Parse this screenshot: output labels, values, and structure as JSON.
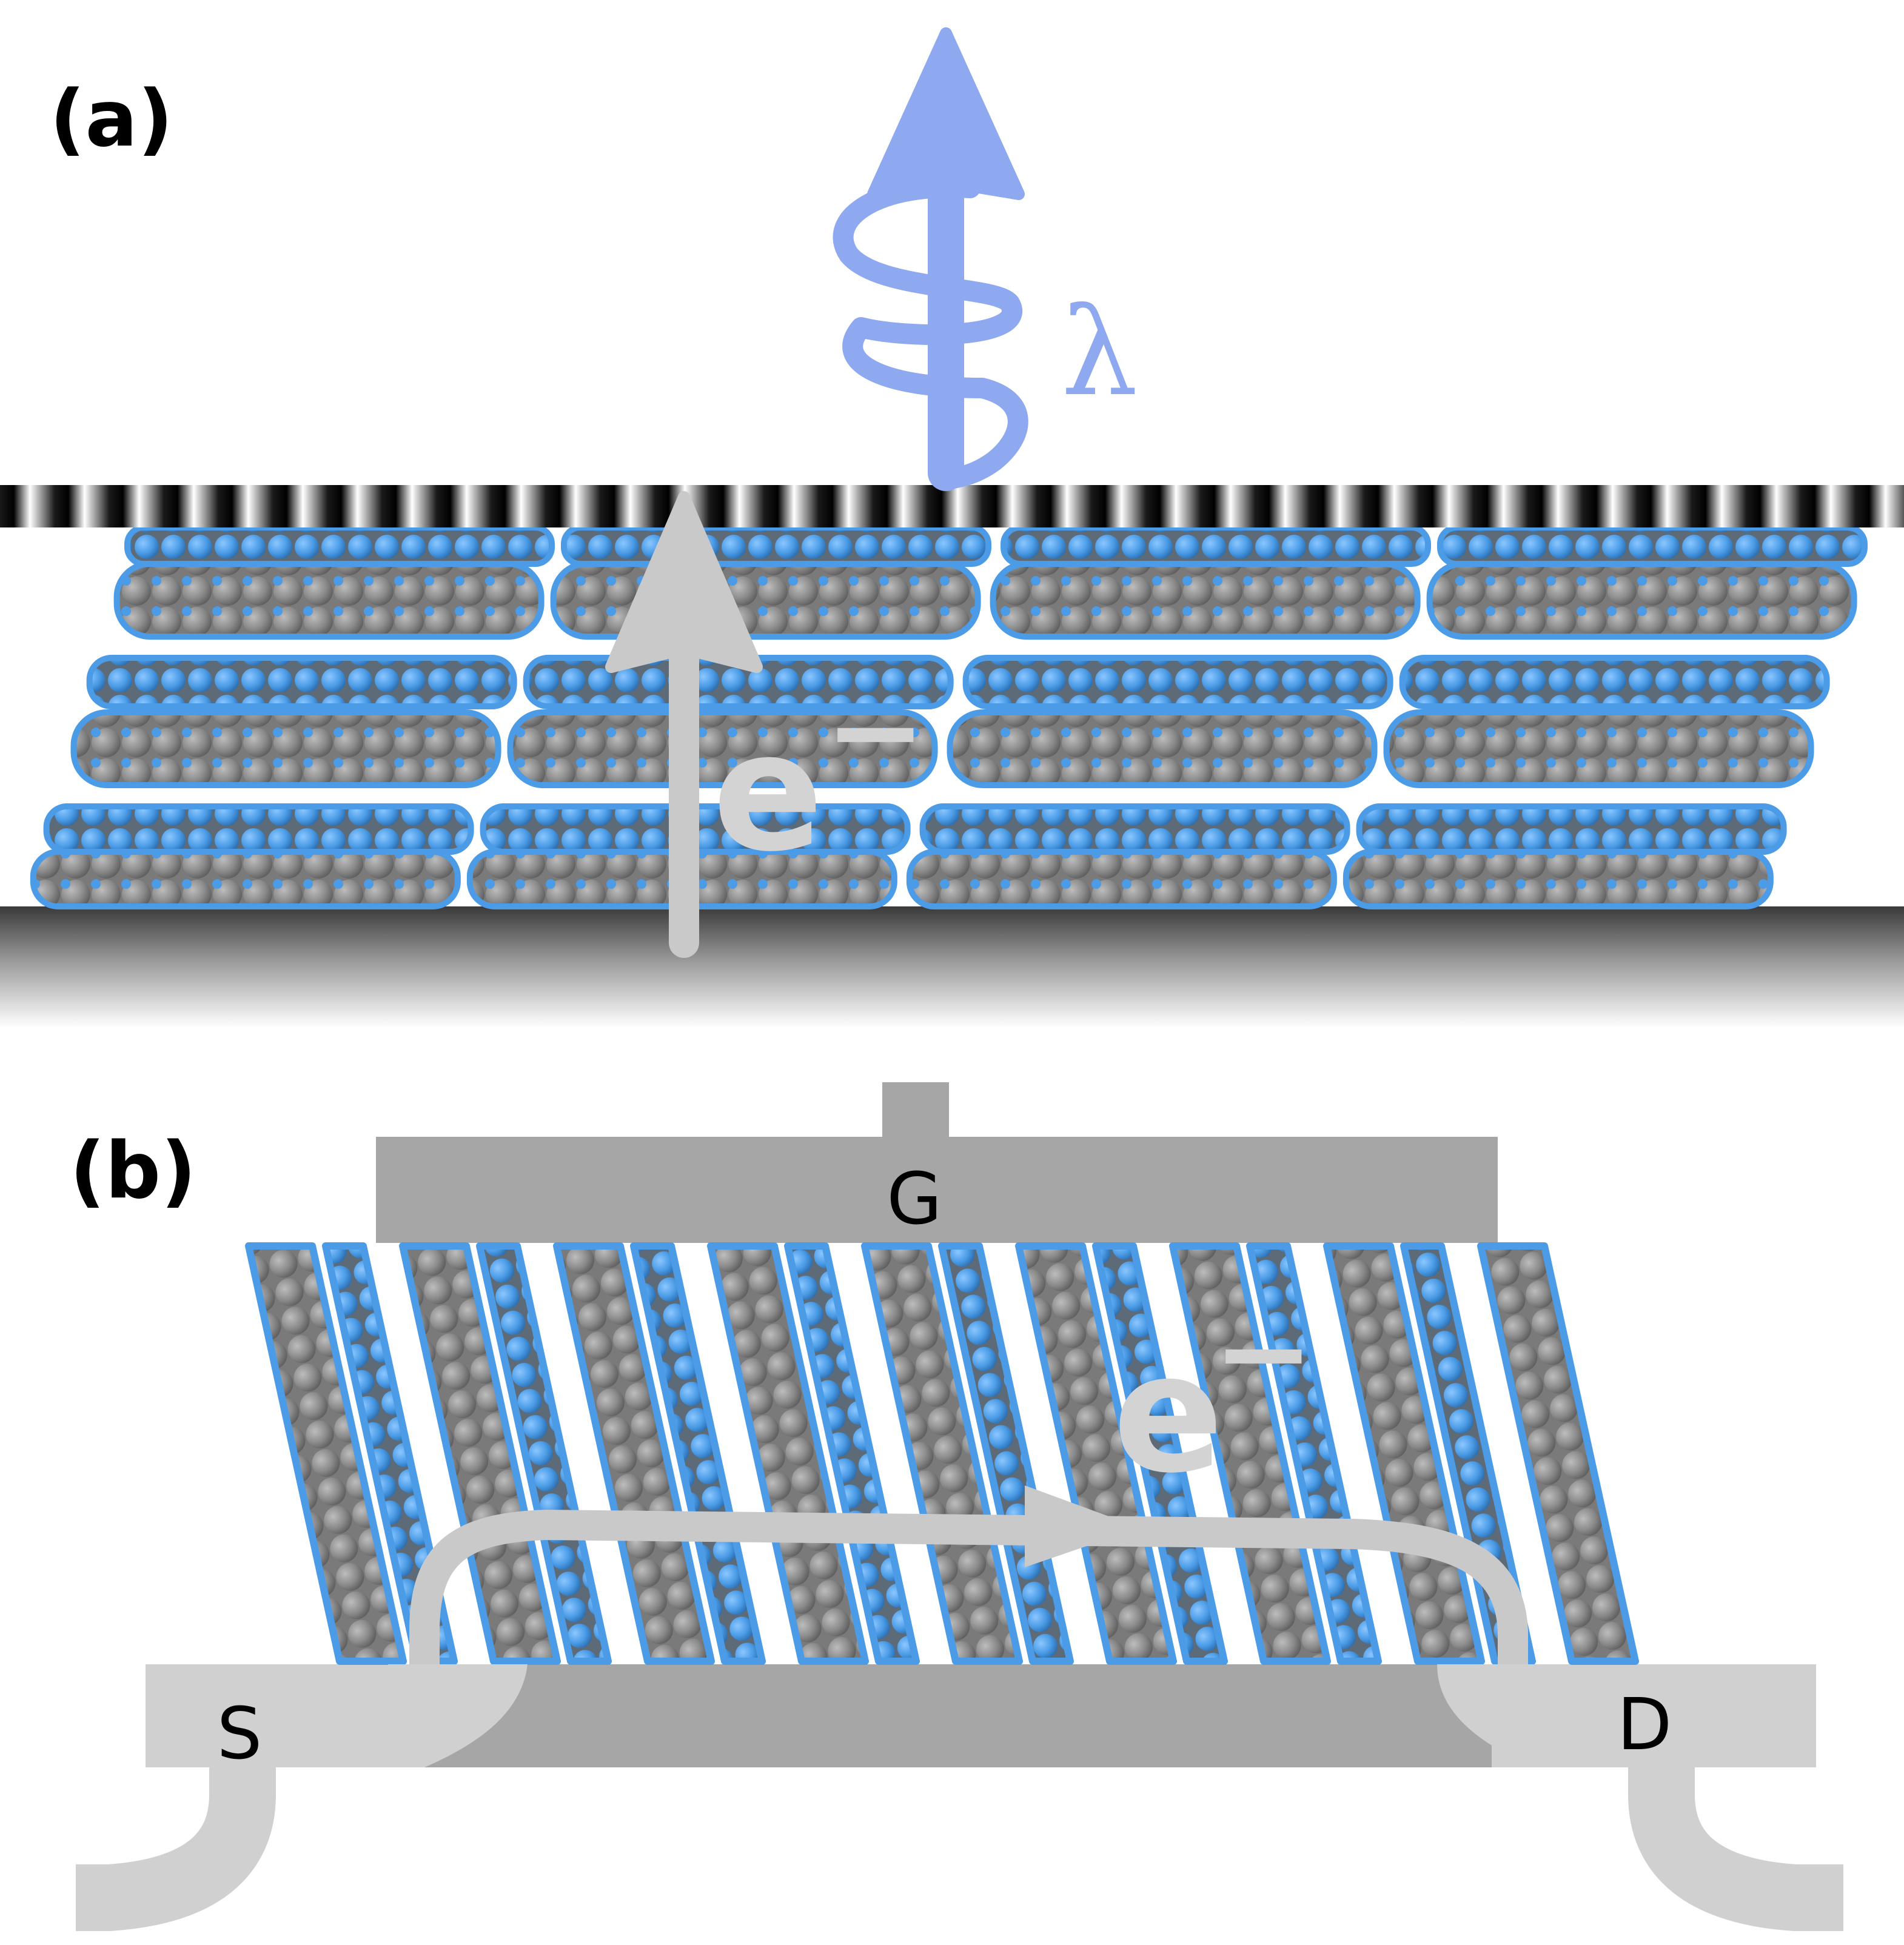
{
  "panel_a": {
    "label": "(a)",
    "emission_symbol": "λ",
    "electron_symbol": "e",
    "electron_charge": "−"
  },
  "panel_b": {
    "label": "(b)",
    "gate_label": "G",
    "source_label": "S",
    "drain_label": "D",
    "electron_symbol": "e",
    "electron_charge": "−"
  },
  "colors": {
    "photon": "#8ea9ef",
    "atom_blue": "#4c9be6",
    "atom_grey": "#8a8a8a",
    "electrode_light": "#d0d0d0",
    "electrode_dark": "#a6a6a6",
    "electron_arrow": "#c9c9c9"
  }
}
